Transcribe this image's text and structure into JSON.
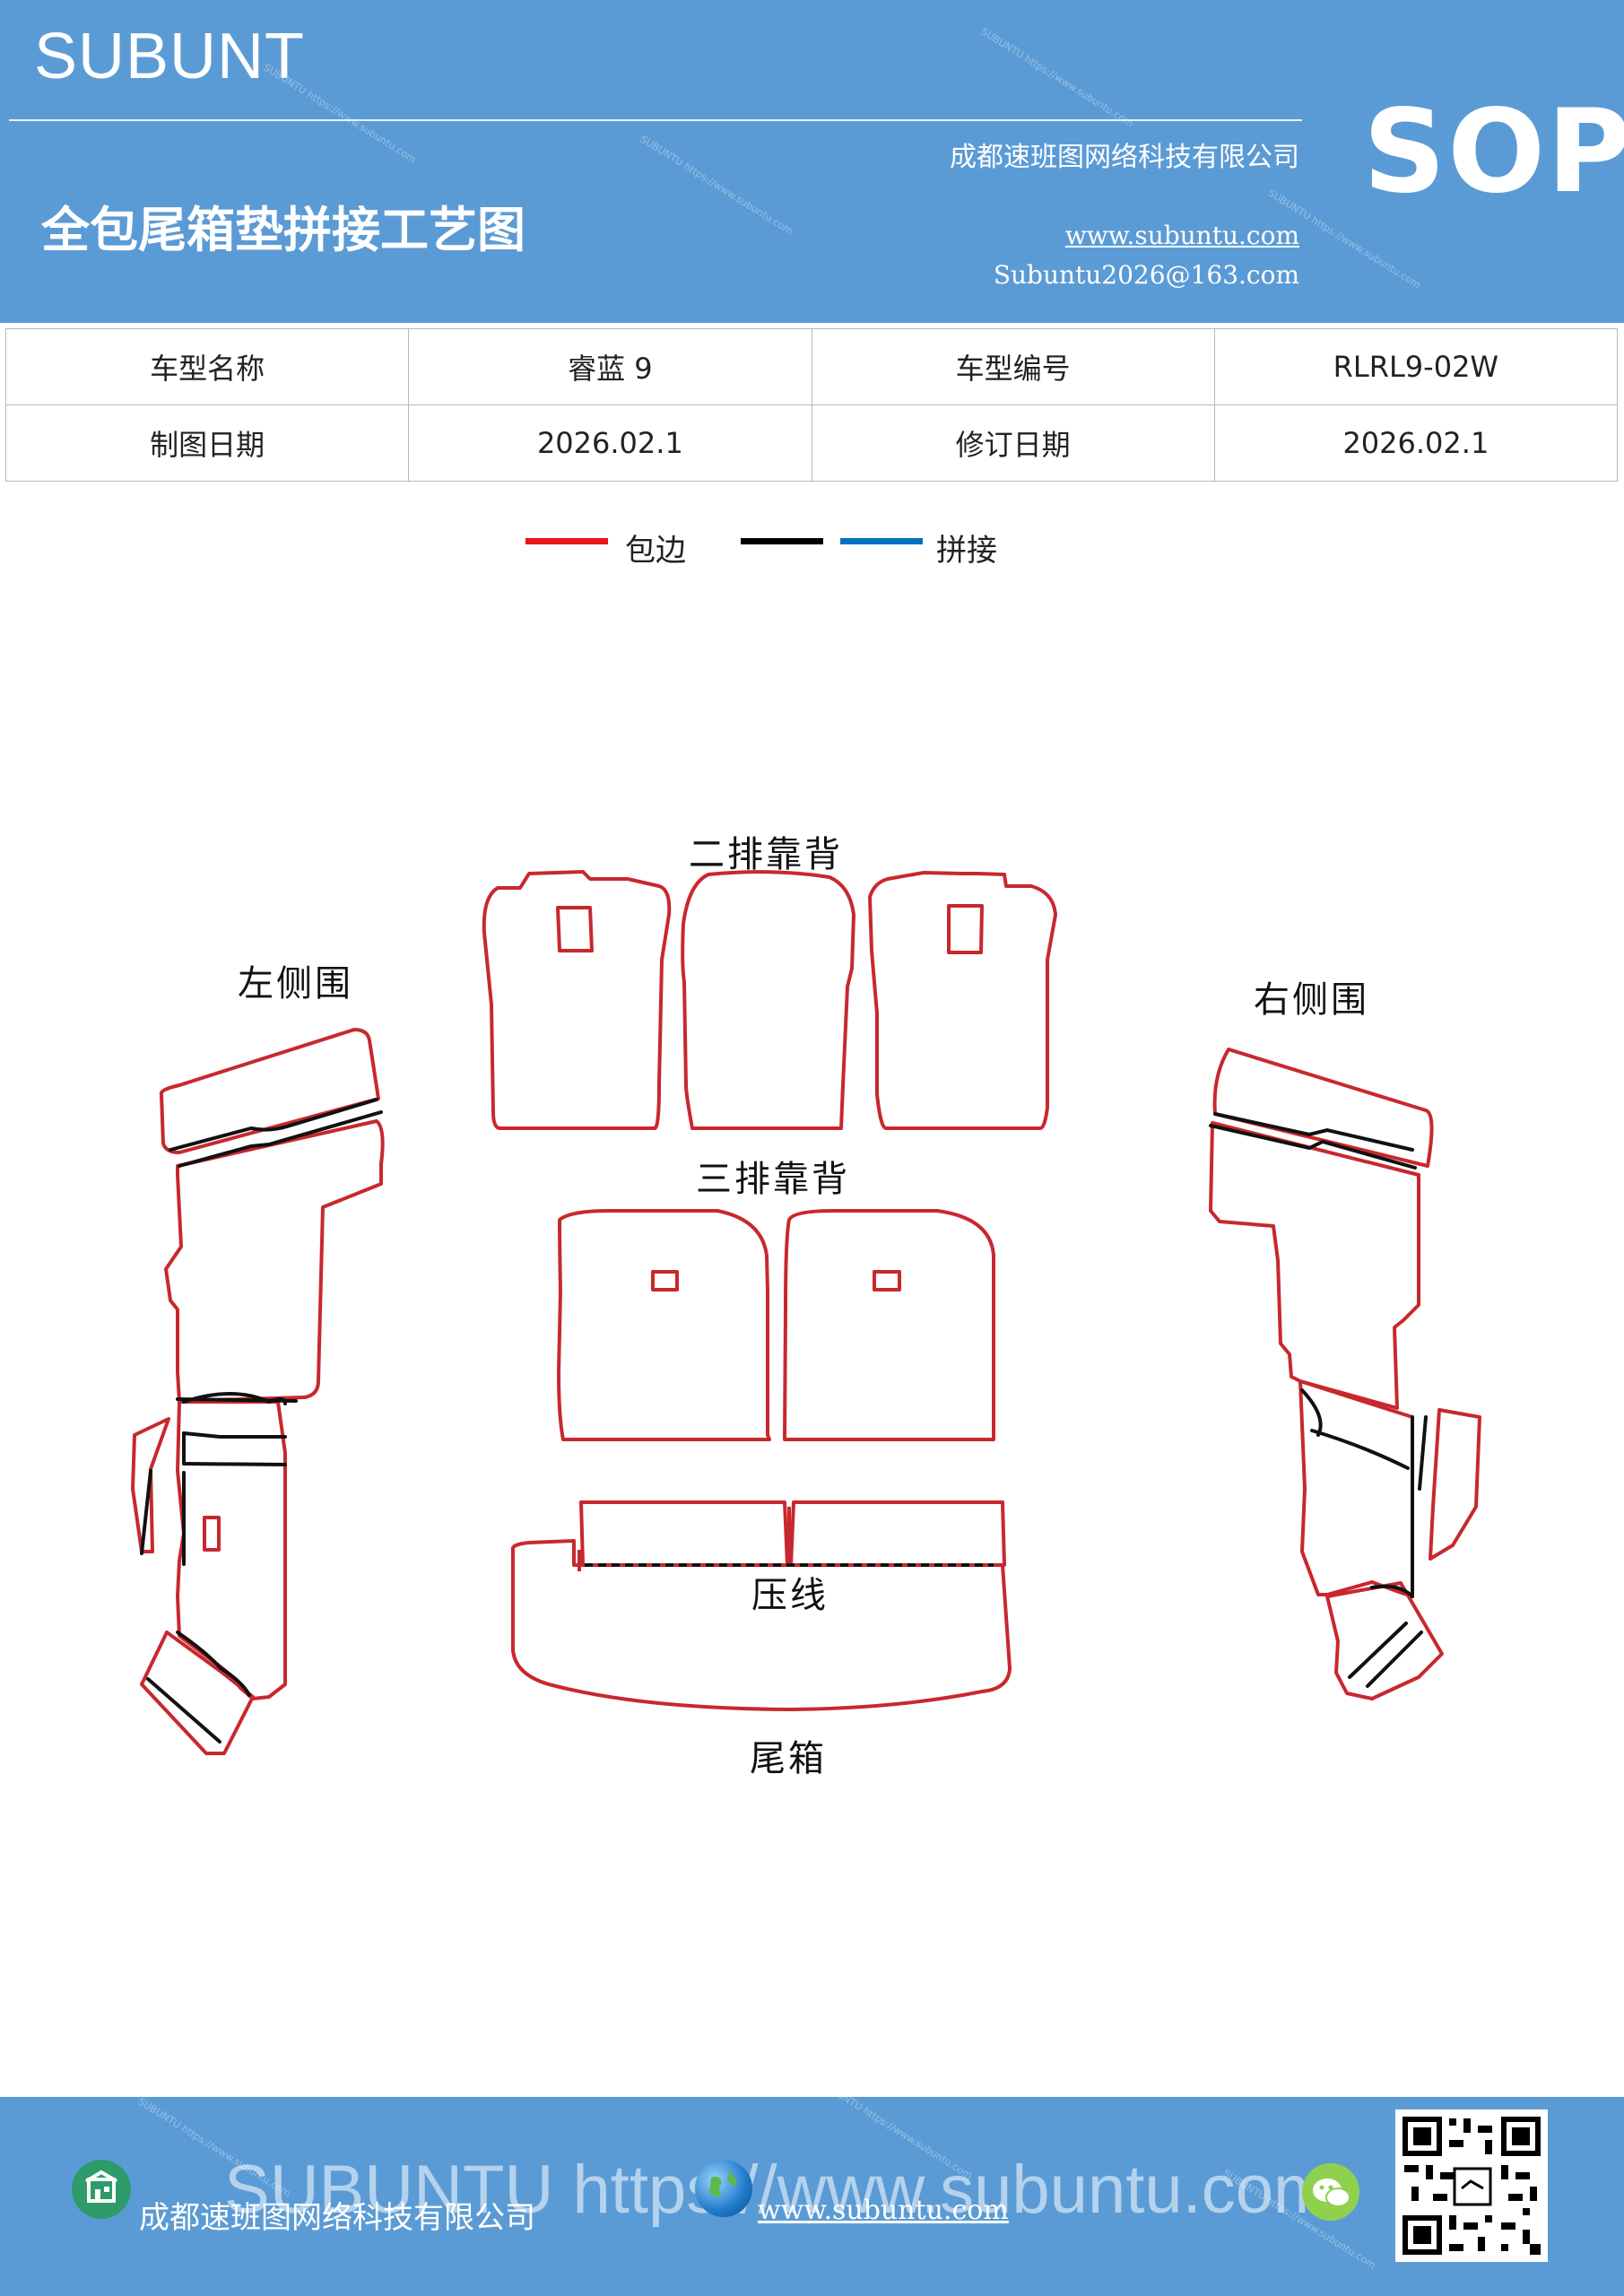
{
  "header": {
    "brand": "SUBUNT",
    "sop": "SOP",
    "company": "成都速班图网络科技有限公司",
    "title": "全包尾箱垫拼接工艺图",
    "url": "www.subuntu.com",
    "email": "Subuntu2026@163.com"
  },
  "info_table": {
    "rows": [
      [
        "车型名称",
        "睿蓝 9",
        "车型编号",
        "RLRL9-02W"
      ],
      [
        "制图日期",
        "2026.02.1",
        "修订日期",
        "2026.02.1"
      ]
    ]
  },
  "legend": {
    "items": [
      {
        "label": "包边",
        "color": "#e8141b"
      },
      {
        "label": "",
        "color": "#000000"
      },
      {
        "label": "拼接",
        "color": "#0070c0"
      }
    ]
  },
  "diagram": {
    "labels": {
      "second_row": "二排靠背",
      "third_row": "三排靠背",
      "left_side": "左侧围",
      "right_side": "右侧围",
      "crease": "压线",
      "trunk": "尾箱"
    },
    "colors": {
      "edge": "#c8282d",
      "seam": "#111111"
    }
  },
  "footer": {
    "watermark": "SUBUNTU https://www.subuntu.com",
    "company": "成都速班图网络科技有限公司",
    "url": "www.subuntu.com",
    "icons": [
      "building-icon",
      "globe-icon",
      "wechat-icon",
      "qr-code"
    ]
  }
}
